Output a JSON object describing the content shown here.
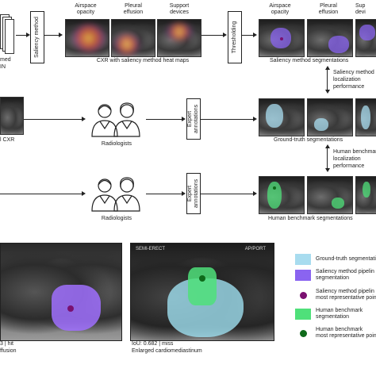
{
  "row1": {
    "input_label_line1": "med",
    "input_label_line2": "IN",
    "saliency_box": "Saliency method",
    "headers": [
      "Airspace\nopacity",
      "Pleural\neffusion",
      "Support\ndevices"
    ],
    "heatmap_caption": "CXR with saliency method heat maps",
    "threshold_box": "Thresholding",
    "right_headers": [
      "Airspace\nopacity",
      "Pleural\neffusion",
      "Sup\ndevi"
    ],
    "seg_caption": "Saliency method segmentations"
  },
  "compare1": {
    "line1": "Saliency method",
    "line2": "localization",
    "line3": "performance"
  },
  "row2": {
    "cxr_label": "l CXR",
    "radiologists": "Radiologists",
    "expert_box": "Expert\nannotations",
    "gt_caption": "Ground-truth segmentations"
  },
  "compare2": {
    "line1": "Human benchmark",
    "line2": "localization",
    "line3": "performance"
  },
  "row3": {
    "radiologists": "Radiologists",
    "expert_box": "Expert\nannotations",
    "hb_caption": "Human benchmark segmentations"
  },
  "bottom": {
    "left_cap1": "3 | hit",
    "left_cap2": "ffusion",
    "right_header_left": "SEMI-ERECT",
    "right_header_right": "AP/PORT",
    "right_cap1": "IoU: 0.682 | miss",
    "right_cap2": "Enlarged cardiomediastinum"
  },
  "legend": {
    "items": [
      {
        "label": "Ground-truth segmentati",
        "color": "#a8dcef",
        "kind": "swatch"
      },
      {
        "label": "Saliency method pipelin\nsegmentation",
        "color": "#8a64f0",
        "kind": "swatch"
      },
      {
        "label": "Saliency method pipelin\nmost representative poin",
        "color": "#7a1070",
        "kind": "dot"
      },
      {
        "label": "Human benchmark\nsegmentation",
        "color": "#4fe07a",
        "kind": "swatch"
      },
      {
        "label": "Human benchmark\nmost representative poin",
        "color": "#0e6a1a",
        "kind": "dot"
      }
    ]
  }
}
